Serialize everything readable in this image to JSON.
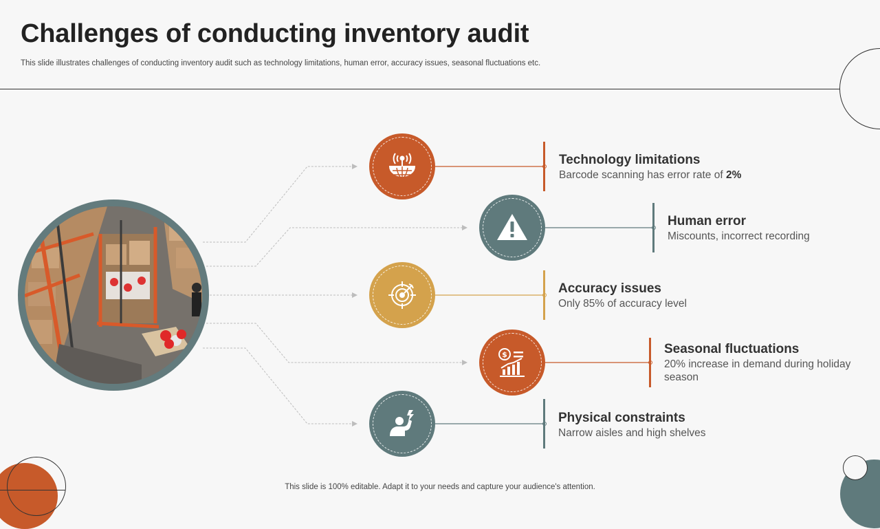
{
  "header": {
    "title": "Challenges of conducting inventory audit",
    "subtitle": "This slide illustrates challenges of conducting inventory audit such as technology limitations, human error, accuracy issues, seasonal fluctuations etc."
  },
  "colors": {
    "rust": "#c75a2a",
    "slate": "#5f7a7c",
    "gold": "#d4a24c"
  },
  "items": [
    {
      "title": "Technology limitations",
      "desc_prefix": "Barcode scanning has error rate of ",
      "desc_highlight": "2%",
      "icon": "satellite-globe-icon",
      "color": "rust"
    },
    {
      "title": "Human error",
      "desc": "Miscounts,  incorrect recording",
      "icon": "warning-icon",
      "color": "slate"
    },
    {
      "title": "Accuracy issues",
      "desc": "Only  85% of accuracy  level",
      "icon": "target-icon",
      "color": "gold"
    },
    {
      "title": "Seasonal fluctuations",
      "desc": "20% increase in demand during holiday season",
      "icon": "finance-chart-icon",
      "color": "rust"
    },
    {
      "title": "Physical constraints",
      "desc": "Narrow aisles and high shelves",
      "icon": "strong-person-icon",
      "color": "slate"
    }
  ],
  "footer": "This slide is 100% editable. Adapt it to your needs and capture your audience's attention."
}
